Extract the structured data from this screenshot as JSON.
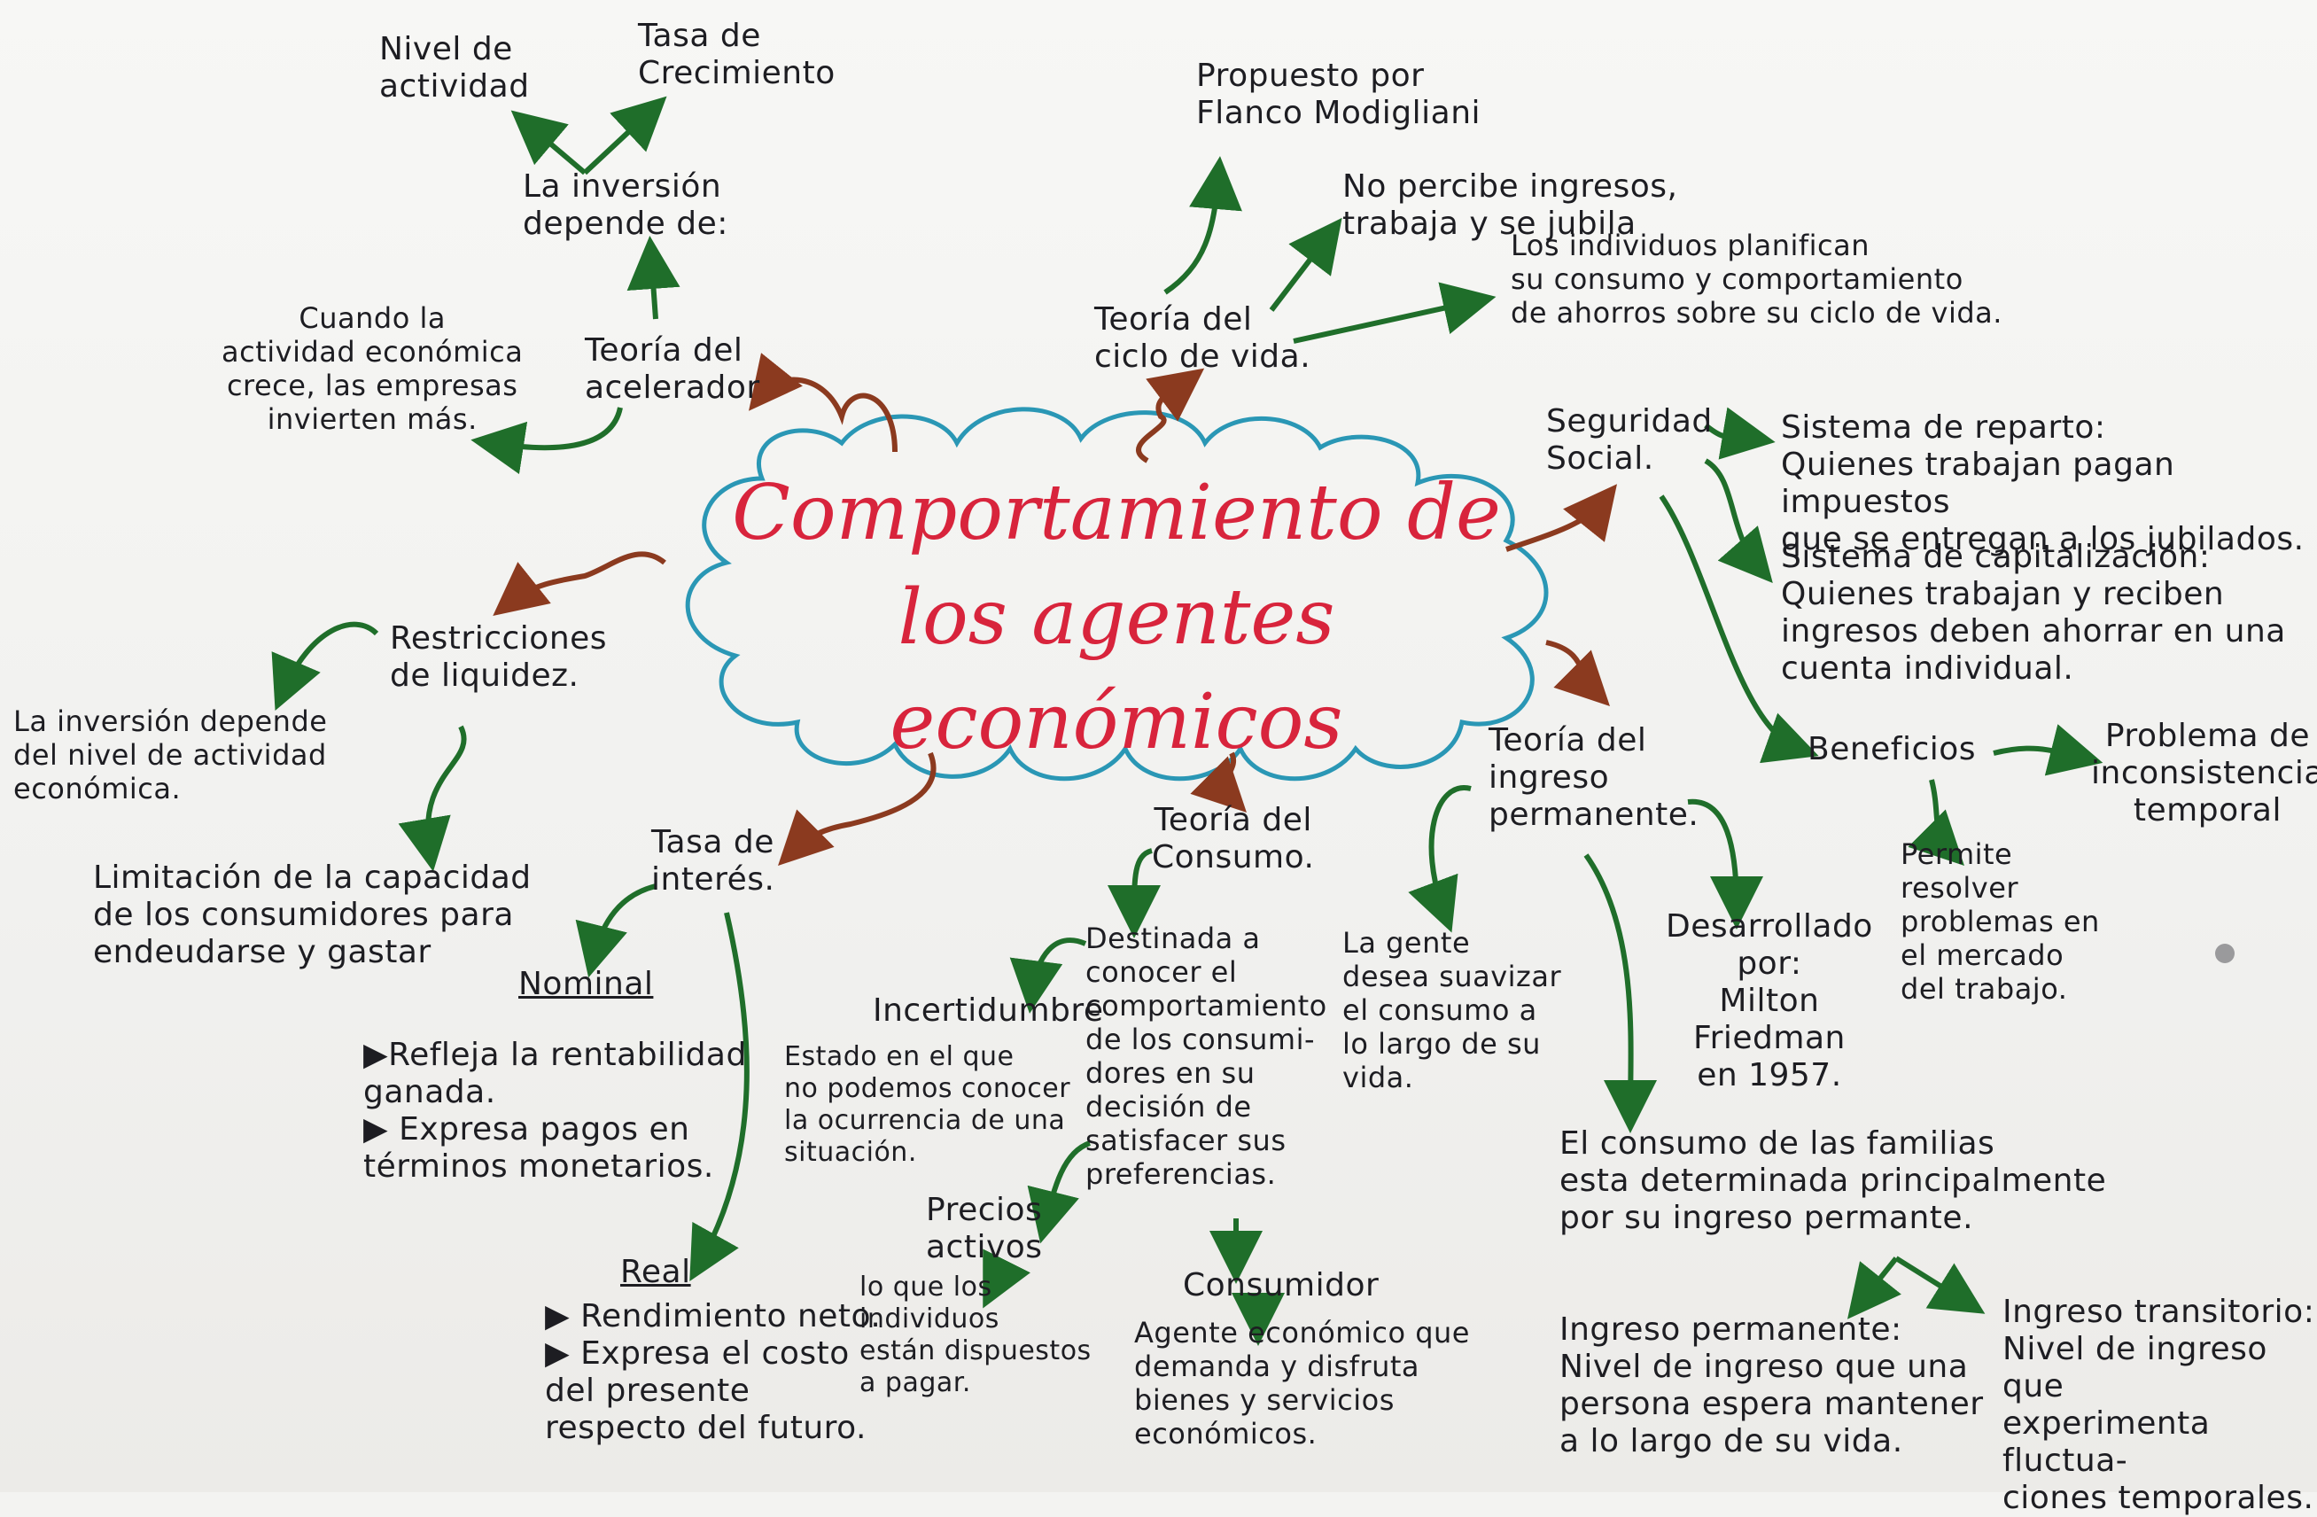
{
  "colors": {
    "title": "#d8243c",
    "cloud": "#2a97b5",
    "green_arrow": "#1f6e2a",
    "brown_arrow": "#8b3a1f",
    "ink": "#1d1d22"
  },
  "title": "Comportamiento de\nlos agentes económicos",
  "acelerador": {
    "label": "Teoría del\nacelerador",
    "depende": "La inversión\ndepende de:",
    "nivel": "Nivel de\nactividad",
    "tasa_crec": "Tasa de\nCrecimiento",
    "cuando": "Cuando la\nactividad económica\ncrece, las empresas\ninvierten más."
  },
  "ciclo": {
    "label": "Teoría del\nciclo de vida.",
    "propuesto": "Propuesto por\nFlanco Modigliani",
    "no_percibe": "No percibe ingresos,\ntrabaja y se jubila",
    "planifican": "Los individuos planifican\nsu consumo y comportamiento\nde ahorros sobre su ciclo de vida."
  },
  "seguridad": {
    "label": "Seguridad\nSocial.",
    "reparto": "Sistema de reparto:\nQuienes trabajan pagan impuestos\nque se entregan a los jubilados.",
    "capitalizacion": "Sistema de capitalización:\nQuienes trabajan y reciben\ningresos deben ahorrar en una\ncuenta individual.",
    "beneficios": "Beneficios",
    "problema": "Problema de\ninconsistencia\ntemporal",
    "permite": "Permite\nresolver\nproblemas en\nel mercado\ndel trabajo."
  },
  "liquidez": {
    "label": "Restricciones\nde liquidez.",
    "inversion": "La inversión depende\ndel nivel de actividad\neconómica.",
    "limitacion": "Limitación de la capacidad\nde los consumidores para\nendeudarse y gastar"
  },
  "interes": {
    "label": "Tasa de\ninterés.",
    "nominal": "Nominal",
    "nominal_items": "▶Refleja la rentabilidad\nganada.\n▶ Expresa pagos en\ntérminos monetarios.",
    "real": "Real",
    "real_items": "▶ Rendimiento neto.\n▶ Expresa el costo\ndel presente\nrespecto del futuro."
  },
  "consumo": {
    "label": "Teoría del\nConsumo.",
    "destinada": "Destinada a\nconocer el\ncomportamiento\nde los consumi-\ndores en su\ndecisión de\nsatisfacer sus\npreferencias.",
    "incertidumbre": "Incertidumbre",
    "estado": "Estado en el que\nno podemos conocer\nla ocurrencia de una\nsituación.",
    "precios": "Precios\nactivos",
    "loque": "lo que los\nindividuos\nestán dispuestos\na pagar.",
    "consumidor": "Consumidor",
    "agente": "Agente económico que\ndemanda y disfruta\nbienes y servicios\neconómicos."
  },
  "permanente": {
    "label": "Teoría del\ningreso\npermanente.",
    "suavizar": "La gente\ndesea suavizar\nel consumo a\nlo largo de su\nvida.",
    "desarrollado": "Desarrollado\npor:\nMilton\nFriedman\nen 1957.",
    "familias": "El consumo de las familias\nesta determinada principalmente\npor su ingreso permante.",
    "ing_perm": "Ingreso permanente:\nNivel de ingreso que una\npersona espera mantener\na lo largo de su vida.",
    "ing_trans": "Ingreso transitorio:\nNivel de ingreso que\nexperimenta fluctua-\nciones temporales."
  }
}
